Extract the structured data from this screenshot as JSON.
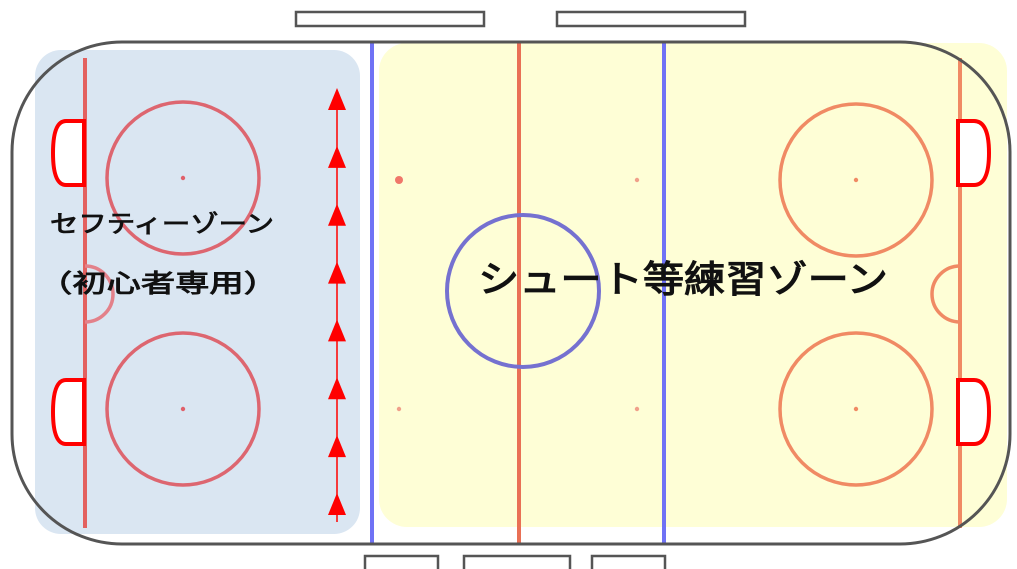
{
  "labels": {
    "safety_zone_title": "セフティーゾーン",
    "safety_zone_subtitle": "（初心者専用）",
    "practice_zone": "シュート等練習ゾーン"
  },
  "colors": {
    "safety_zone_fill": "#dae6f2",
    "practice_zone_fill": "#fefed6",
    "red_line": "#e3615f",
    "blue_line": "#6f72f5",
    "rink_border": "#555555",
    "arrow": "#ff0000",
    "goal_crease_red": "#ff0000"
  },
  "markers": {
    "arrow_count": 8,
    "arrow_direction": "up"
  }
}
